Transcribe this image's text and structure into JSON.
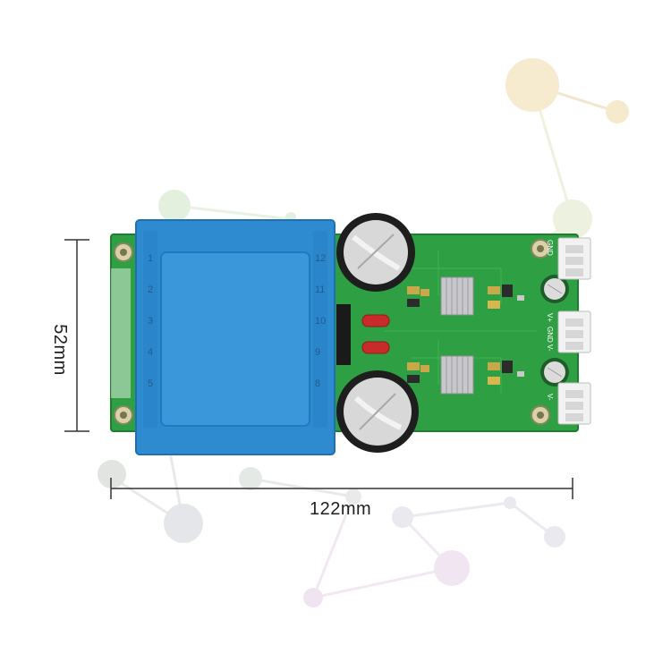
{
  "product": {
    "height_dimension": "52mm",
    "width_dimension": "122mm"
  },
  "colors": {
    "transformer": "#2f8bd0",
    "transformer_dark": "#1f6fb2",
    "pcb": "#2ea043",
    "pcb_dark": "#1f7d30",
    "capacitor": "#2a2a2a",
    "connector": "#f2f2f2"
  },
  "transformer_pins": [
    "1",
    "2",
    "3",
    "4",
    "5"
  ],
  "transformer_pins_right": [
    "12",
    "11",
    "10",
    "9",
    "8"
  ],
  "connector_labels": [
    "GND",
    "V+",
    "GND V-",
    "V-"
  ]
}
